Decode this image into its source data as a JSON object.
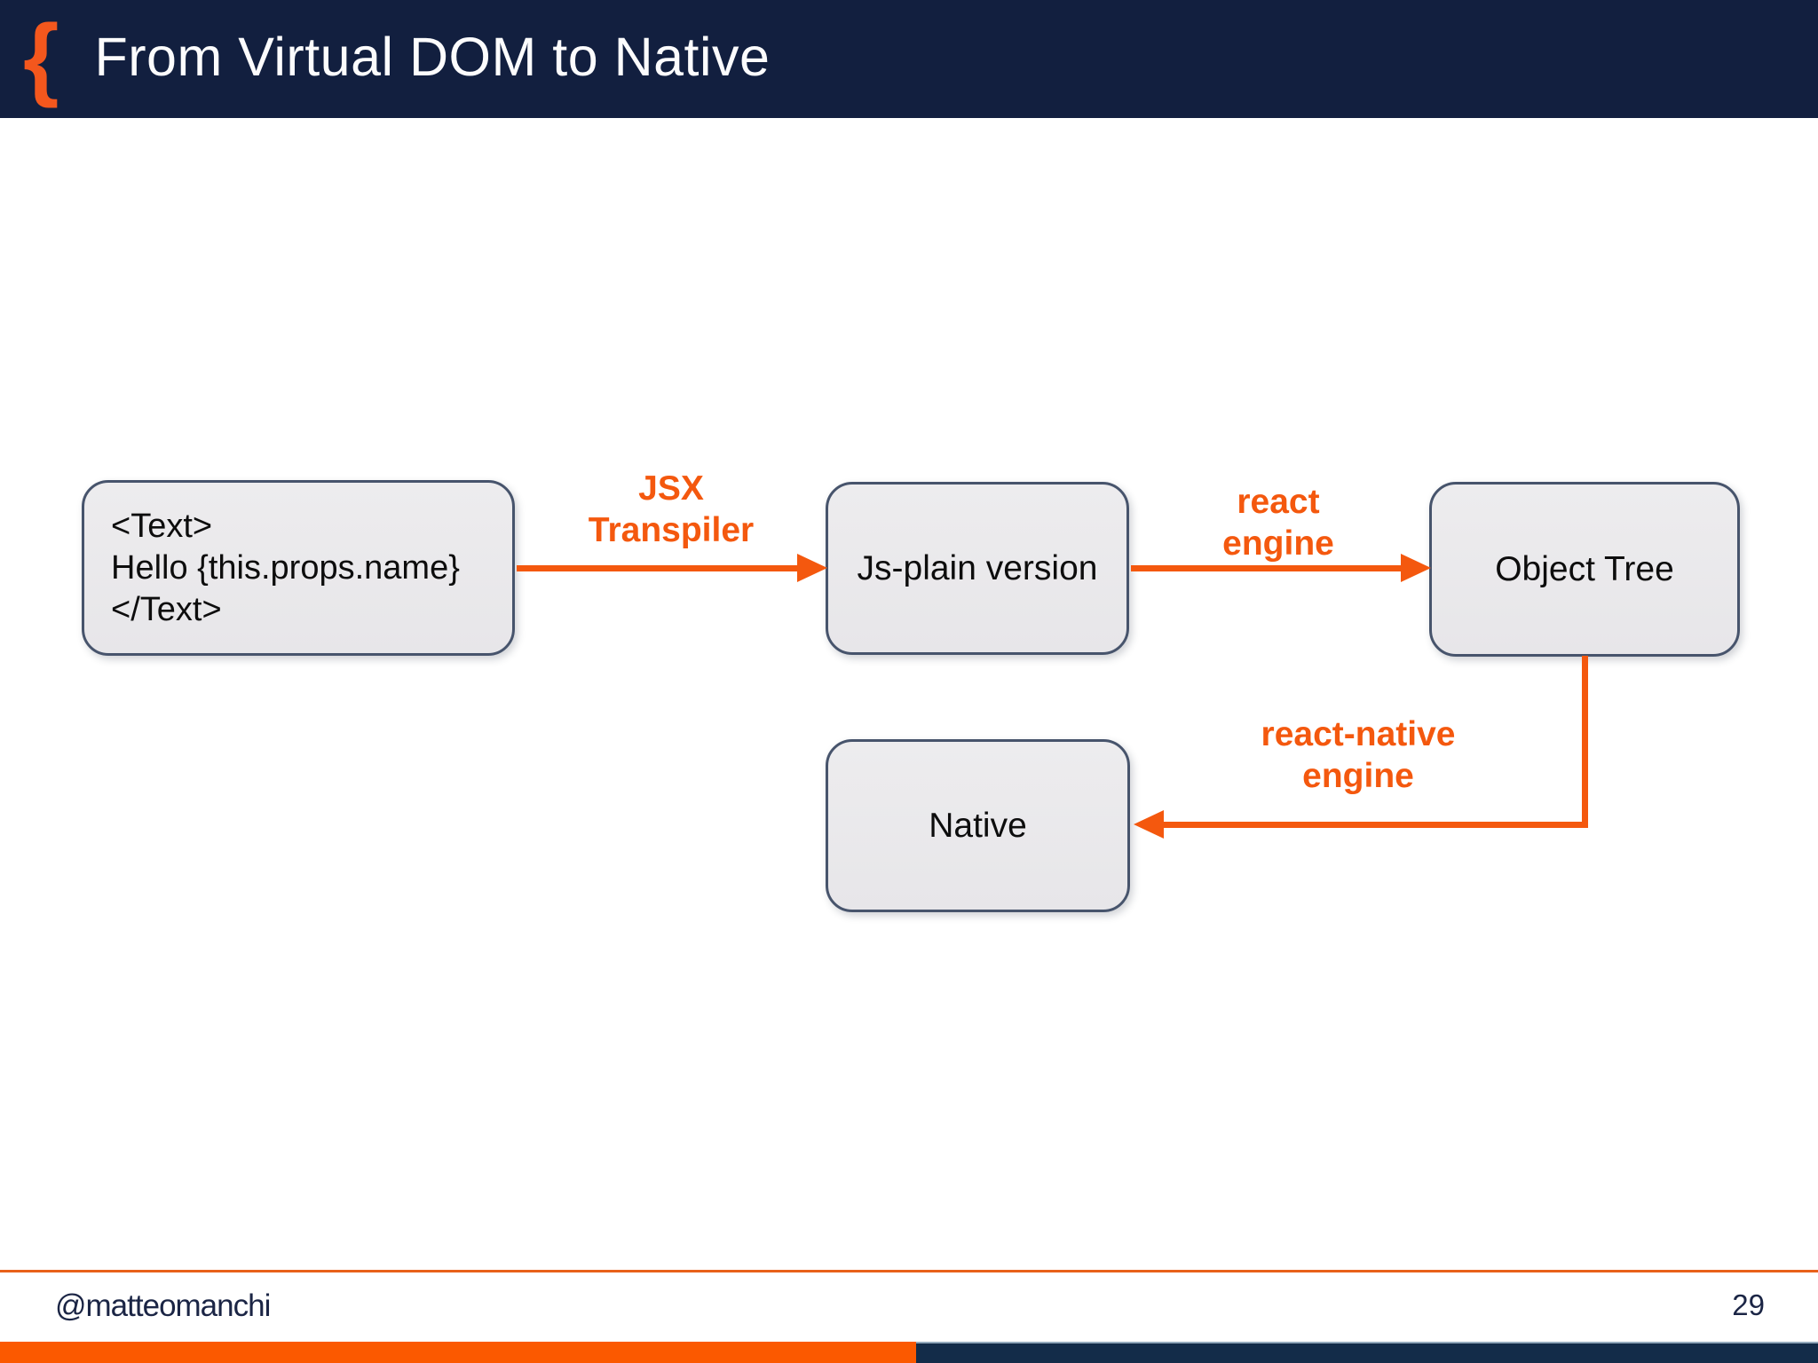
{
  "header": {
    "brace": "{",
    "title": "From Virtual DOM to Native"
  },
  "diagram": {
    "source_box": {
      "lines": [
        "<Text>",
        "Hello {this.props.name}",
        "</Text>"
      ]
    },
    "js_plain_box": {
      "label": "Js-plain version"
    },
    "object_tree_box": {
      "label": "Object Tree"
    },
    "native_box": {
      "label": "Native"
    },
    "jsx_transpiler_label": {
      "line1": "JSX",
      "line2": "Transpiler"
    },
    "react_engine_label": {
      "line1": "react",
      "line2": "engine"
    },
    "react_native_engine_label": {
      "line1": "react-native",
      "line2": "engine"
    }
  },
  "footer": {
    "handle": "@matteomanchi",
    "page_number": "29"
  },
  "colors": {
    "accent_orange": "#F4580E",
    "header_navy": "#121F3F",
    "bottom_bar_navy": "#132C49",
    "bottom_bar_orange": "#FB5900",
    "box_fill": "#E9E8EB",
    "box_border": "#47546C"
  }
}
